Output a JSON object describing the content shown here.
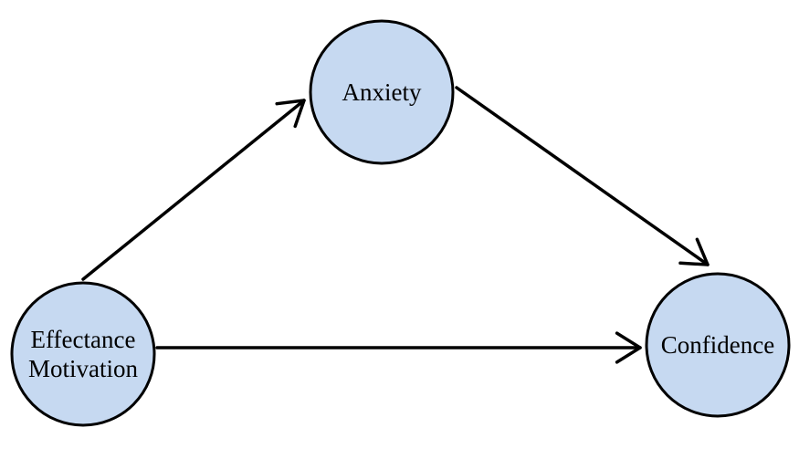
{
  "diagram": {
    "colors": {
      "node_fill": "#c6d9f1",
      "node_stroke": "#000000",
      "edge": "#000000"
    },
    "nodes": [
      {
        "id": "anxiety",
        "label_lines": [
          "Anxiety"
        ]
      },
      {
        "id": "effectance_motivation",
        "label_lines": [
          "Effectance",
          "Motivation"
        ]
      },
      {
        "id": "confidence",
        "label_lines": [
          "Confidence"
        ]
      }
    ],
    "edges": [
      {
        "from": "effectance_motivation",
        "to": "anxiety"
      },
      {
        "from": "anxiety",
        "to": "confidence"
      },
      {
        "from": "effectance_motivation",
        "to": "confidence"
      }
    ]
  }
}
